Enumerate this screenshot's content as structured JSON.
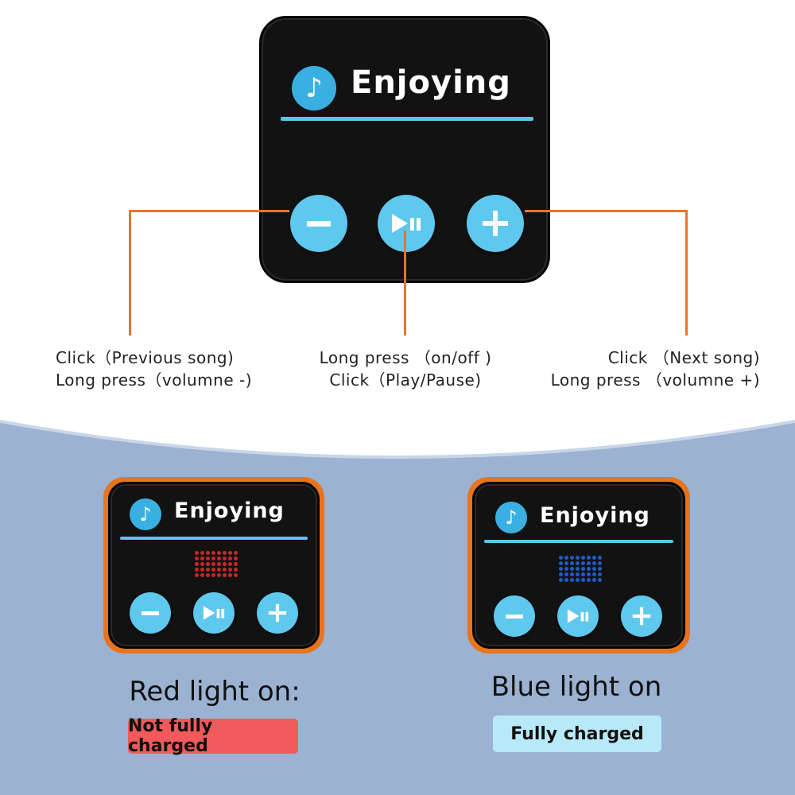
{
  "patch_label": "Enjoying",
  "colors": {
    "patch": "#121212",
    "button": "#5ec8ee",
    "accent_line": "#5cc4ec",
    "orange": "#e8742a",
    "panel_bg": "#9bb2d2",
    "red_light": "#c62828",
    "blue_light": "#1e5cc8",
    "red_badge": "#f05a5a",
    "blue_badge": "#b8e9f8"
  },
  "icons": {
    "logo": "music-note-icon",
    "minus": "minus-icon",
    "play_pause": "play-pause-icon",
    "plus": "plus-icon"
  },
  "controls": {
    "minus": {
      "line1": "Click（Previous song)",
      "line2": "Long press（volumne -)"
    },
    "play": {
      "line1": "Long press （on/off )",
      "line2": "Click（Play/Pause)"
    },
    "plus": {
      "line1": "Click （Next song)",
      "line2": "Long press （volumne +)"
    }
  },
  "status": {
    "red": {
      "title": "Red light on:",
      "badge": "Not fully charged"
    },
    "blue": {
      "title": "Blue light on",
      "badge": "Fully charged"
    }
  }
}
